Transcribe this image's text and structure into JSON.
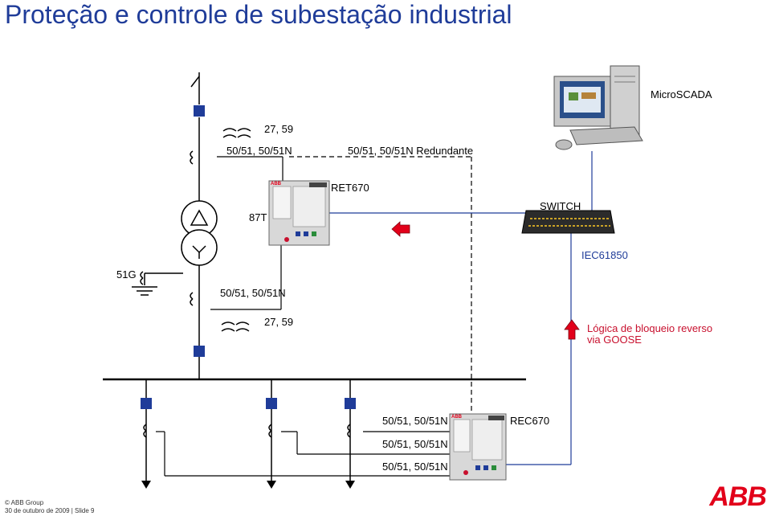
{
  "title": "Proteção e controle de subestação industrial",
  "labels": {
    "microscada": "MicroSCADA",
    "f27_59_top": "27, 59",
    "f5051_top": "50/51, 50/51N",
    "f5051_redundante": "50/51, 50/51N Redundante",
    "ret670": "RET670",
    "f87t": "87T",
    "switch": "SWITCH",
    "iec61850": "IEC61850",
    "f51g": "51G",
    "f5051_mid": "50/51, 50/51N",
    "f27_59_bottom": "27, 59",
    "logica_line1": "Lógica de bloqueio reverso",
    "logica_line2": "via GOOSE",
    "feeder1": "50/51, 50/51N",
    "feeder2": "50/51, 50/51N",
    "feeder3": "50/51, 50/51N",
    "rec670": "REC670",
    "relay_brand": "ABB"
  },
  "footer": {
    "copyright": "© ABB Group",
    "date_slide": "30 de outubro de 2009 | Slide 9"
  },
  "logo": "ABB",
  "colors": {
    "title": "#1f3c99",
    "breaker": "#1f3c99",
    "arrow": "#e2001a",
    "comm_line": "#1f3c99",
    "logo": "#e2001a"
  }
}
